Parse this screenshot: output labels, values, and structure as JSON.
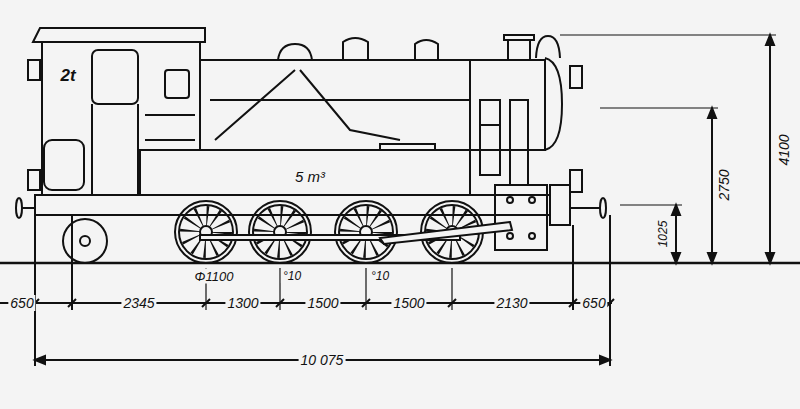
{
  "diagram": {
    "labels": [
      "2t",
      "5 m³",
      "Φ1100",
      "°10",
      "°10",
      "650",
      "2345",
      "1300",
      "1500",
      "1500",
      "2130",
      "650",
      "10 075",
      "1025",
      "2750",
      "4100"
    ]
  }
}
